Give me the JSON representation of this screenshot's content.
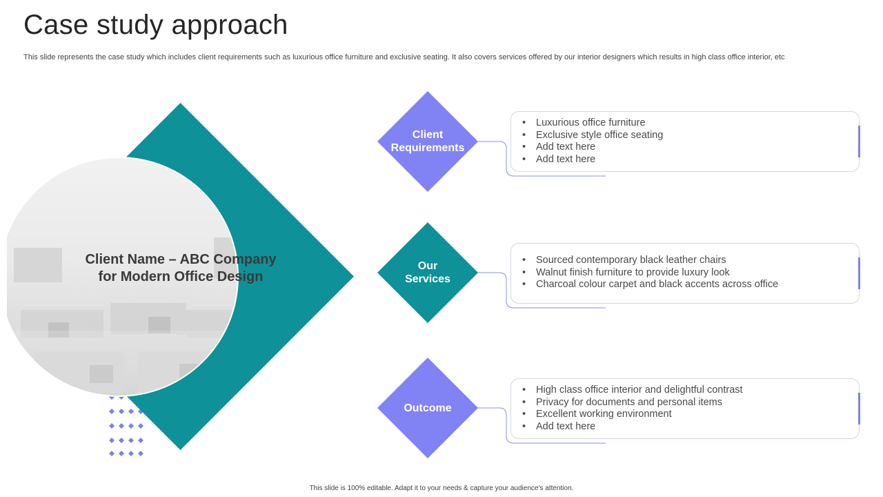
{
  "header": {
    "title": "Case study approach",
    "subtitle": "This slide represents the case study which includes client requirements such as luxurious office furniture and exclusive seating. It also covers services offered by our interior designers which results in high class office interior, etc"
  },
  "center": {
    "client_name": "Client Name – ABC Company for Modern Office Design"
  },
  "steps": [
    {
      "label": "Client Requirements",
      "items": [
        "Luxurious office furniture",
        "Exclusive style office seating",
        "Add text here",
        "Add text here"
      ]
    },
    {
      "label": "Our Services",
      "items": [
        "Sourced contemporary black leather chairs",
        "Walnut finish furniture to provide luxury look",
        "Charcoal colour carpet and black accents across office"
      ]
    },
    {
      "label": "Outcome",
      "items": [
        "High class office interior and delightful contrast",
        "Privacy for documents and personal items",
        "Excellent working environment",
        "Add text here"
      ]
    }
  ],
  "footer": {
    "note": "This slide is 100% editable.  Adapt it to your needs & capture your audience’s attention."
  },
  "colors": {
    "teal": "#0e9199",
    "periwinkle": "#8183f4",
    "connector": "#8a8fe0"
  }
}
